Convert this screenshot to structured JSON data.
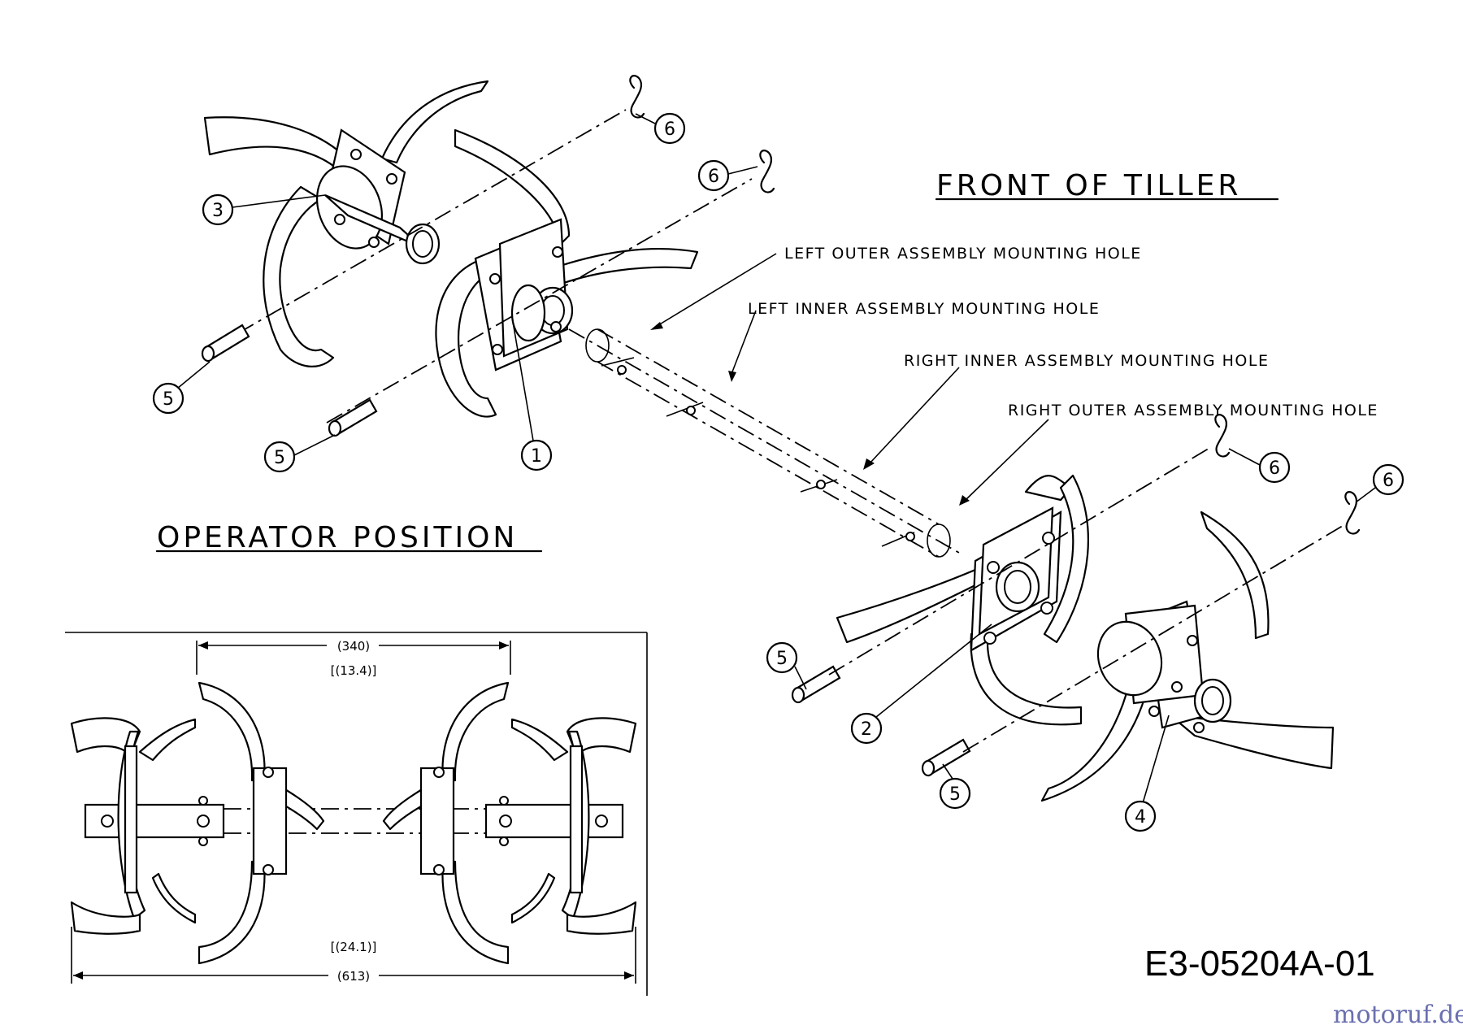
{
  "headings": {
    "front": "FRONT OF TILLER",
    "operator": "OPERATOR POSITION"
  },
  "labels": {
    "left_outer": "LEFT OUTER ASSEMBLY MOUNTING HOLE",
    "left_inner": "LEFT INNER ASSEMBLY MOUNTING HOLE",
    "right_inner": "RIGHT INNER ASSEMBLY MOUNTING HOLE",
    "right_outer": "RIGHT OUTER ASSEMBLY MOUNTING HOLE"
  },
  "callouts": {
    "part_1": "1",
    "part_2": "2",
    "part_3": "3",
    "part_4": "4",
    "part_5": "5",
    "part_6": "6"
  },
  "dimensions": {
    "inner_mm": "(340)",
    "inner_in": "[(13.4)]",
    "outer_in": "[(24.1)]",
    "outer_mm": "(613)"
  },
  "drawing_number": "E3-05204A-01",
  "watermark": "motoruf.de"
}
